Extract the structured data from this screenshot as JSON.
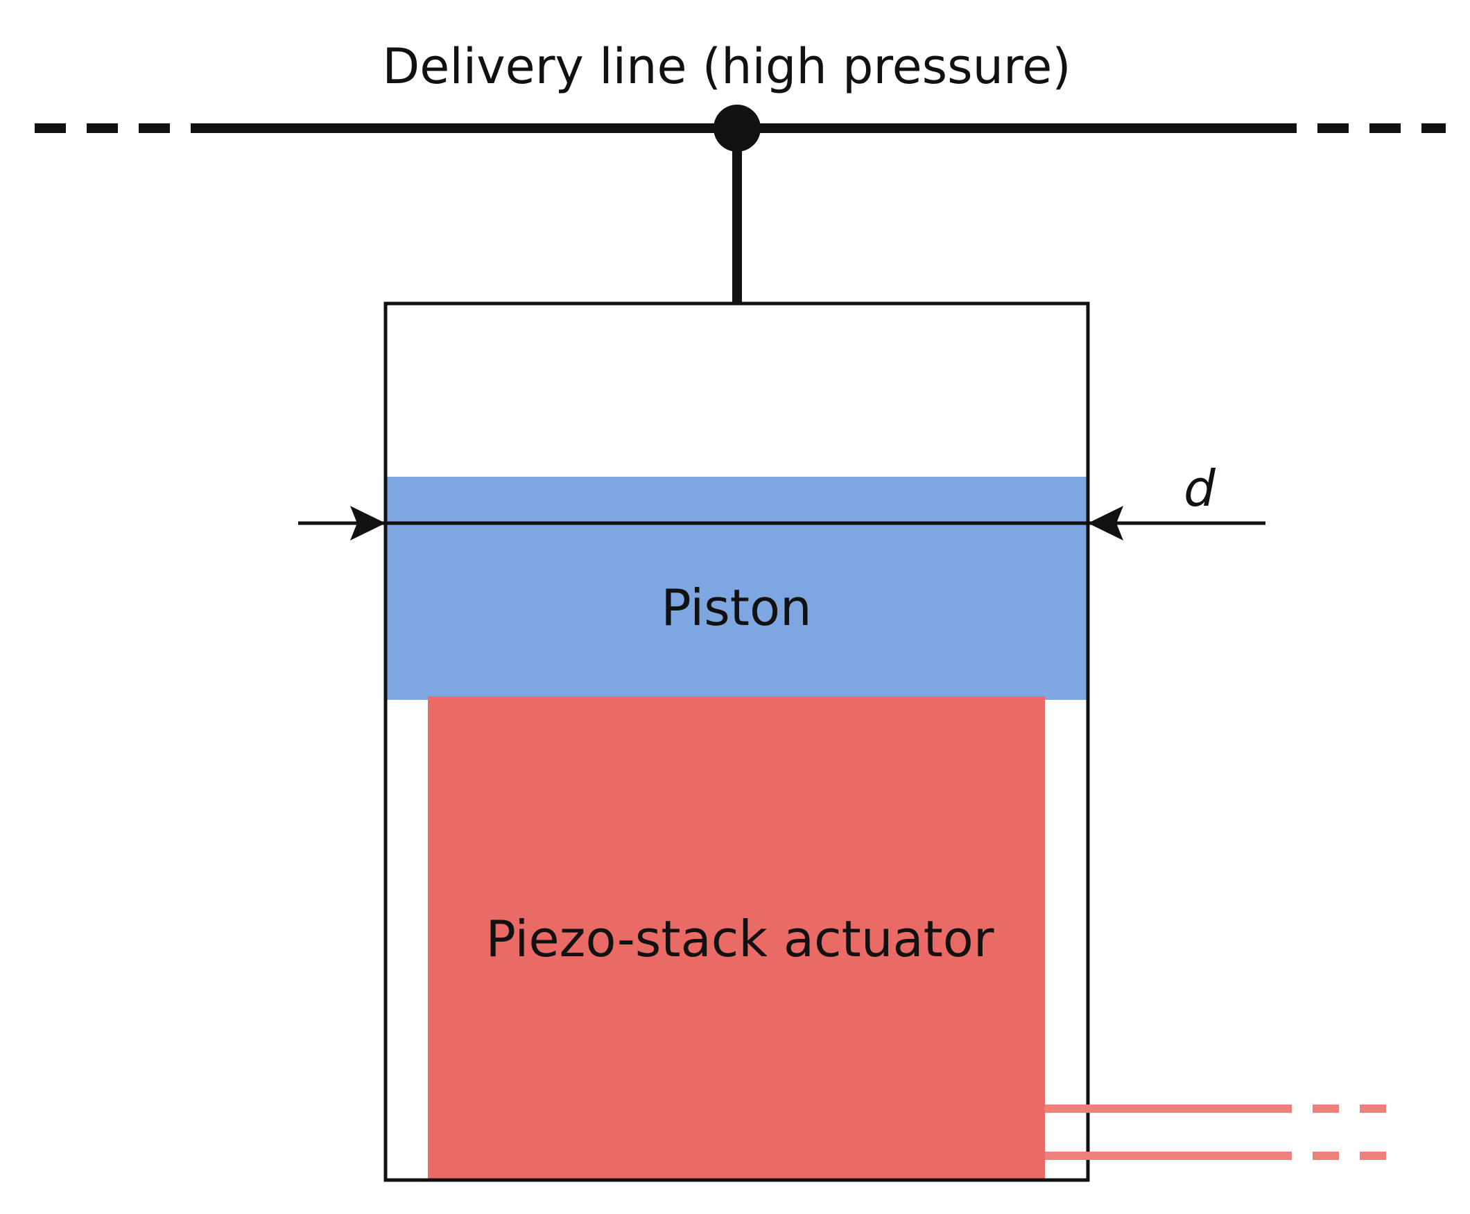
{
  "labels": {
    "delivery_line": "Delivery line (high pressure)",
    "piston": "Piston",
    "actuator": "Piezo-stack actuator",
    "dimension": "d"
  },
  "colors": {
    "line": "#111111",
    "piston_fill": "#7ea6e0",
    "actuator_fill": "#ea6b66",
    "wire": "#ee7f7b",
    "background": "#ffffff"
  }
}
